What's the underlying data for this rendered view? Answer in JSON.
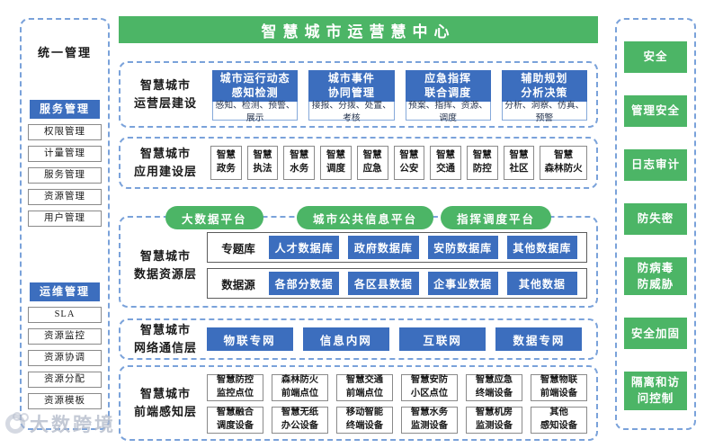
{
  "title": "智慧城市运营慧中心",
  "colors": {
    "green": "#4cb566",
    "blue": "#3c6ebe",
    "dashed_border": "#7aa2da"
  },
  "left_panel": {
    "title": "统一管理",
    "service_group": {
      "header": "服务管理",
      "items": [
        "权限管理",
        "计量管理",
        "服务管理",
        "资源管理",
        "用户管理"
      ]
    },
    "ops_group": {
      "header": "运维管理",
      "items": [
        "SLA",
        "资源监控",
        "资源协调",
        "资源分配",
        "资源模板"
      ]
    }
  },
  "right_panel": {
    "items": [
      "安全",
      "管理安全",
      "日志审计",
      "防失密",
      "防病毒\n防威胁",
      "安全加固",
      "隔离和访\n问控制"
    ]
  },
  "layers": {
    "operation": {
      "label": "智慧城市\n运营层建设",
      "cards": [
        {
          "title": "城市运行动态\n感知检测",
          "subtitle": "感知、检测、预警、展示"
        },
        {
          "title": "城市事件\n协同管理",
          "subtitle": "接报、分拨、处置、考核"
        },
        {
          "title": "应急指挥\n联合调度",
          "subtitle": "预案、指挥、资源、调度"
        },
        {
          "title": "辅助规划\n分析决策",
          "subtitle": "分析、洞察、仿真、预警"
        }
      ]
    },
    "application": {
      "label": "智慧城市\n应用建设层",
      "items": [
        "智慧\n政务",
        "智慧\n执法",
        "智慧\n水务",
        "智慧\n调度",
        "智慧\n应急",
        "智慧\n公安",
        "智慧\n交通",
        "智慧\n防控",
        "智慧\n社区",
        "智慧\n森林防火"
      ]
    },
    "data": {
      "label": "智慧城市\n数据资源层",
      "platforms": [
        "大数据平台",
        "城市公共信息平台",
        "指挥调度平台"
      ],
      "theme_row": {
        "label": "专题库",
        "items": [
          "人才数据库",
          "政府数据库",
          "安防数据库",
          "其他数据库"
        ]
      },
      "source_row": {
        "label": "数据源",
        "items": [
          "各部分数据",
          "各区县数据",
          "企事业数据",
          "其他数据"
        ]
      }
    },
    "network": {
      "label": "智慧城市\n网络通信层",
      "items": [
        "物联专网",
        "信息内网",
        "互联网",
        "数据专网"
      ]
    },
    "edge": {
      "label": "智慧城市\n前端感知层",
      "row1": [
        "智慧防控\n监控点位",
        "森林防火\n前端点位",
        "智慧交通\n前端点位",
        "智慧安防\n小区点位",
        "智慧应急\n终端设备",
        "智慧物联\n前端设备"
      ],
      "row2": [
        "智慧融合\n调度设备",
        "智慧无纸\n办公设备",
        "移动智能\n终端设备",
        "智慧水务\n监测设备",
        "智慧机房\n监测设备",
        "其他\n感知设备"
      ]
    }
  },
  "watermark": {
    "text": "大数跨境"
  }
}
